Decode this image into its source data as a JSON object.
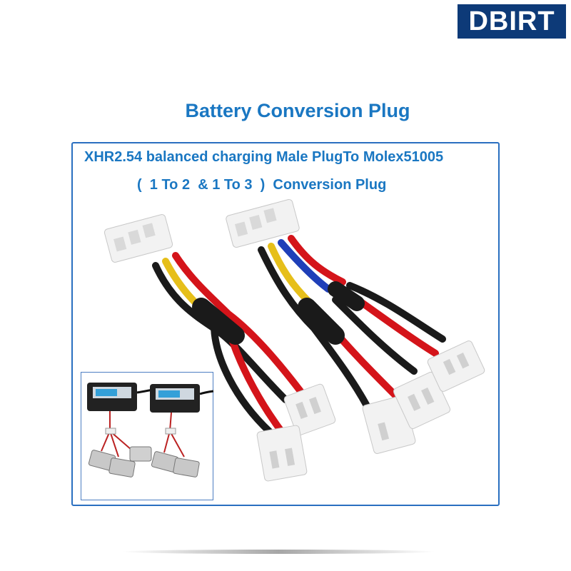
{
  "brand": {
    "logo_text": "DBIRT"
  },
  "title": "Battery Conversion Plug",
  "subtitle_line1": "XHR2.54 balanced charging Male PlugTo Molex51005",
  "subtitle_line2": "(  1 To 2  & 1 To 3  )  Conversion Plug",
  "colors": {
    "brand_bg": "#0d3a78",
    "title_blue": "#1a77c2",
    "border_blue": "#2a6fc0",
    "wire_red": "#d4141a",
    "wire_yellow": "#e6bf1a",
    "wire_blue": "#1f3fb8",
    "wire_black": "#1a1a1a",
    "connector_white": "#f2f2f2"
  }
}
